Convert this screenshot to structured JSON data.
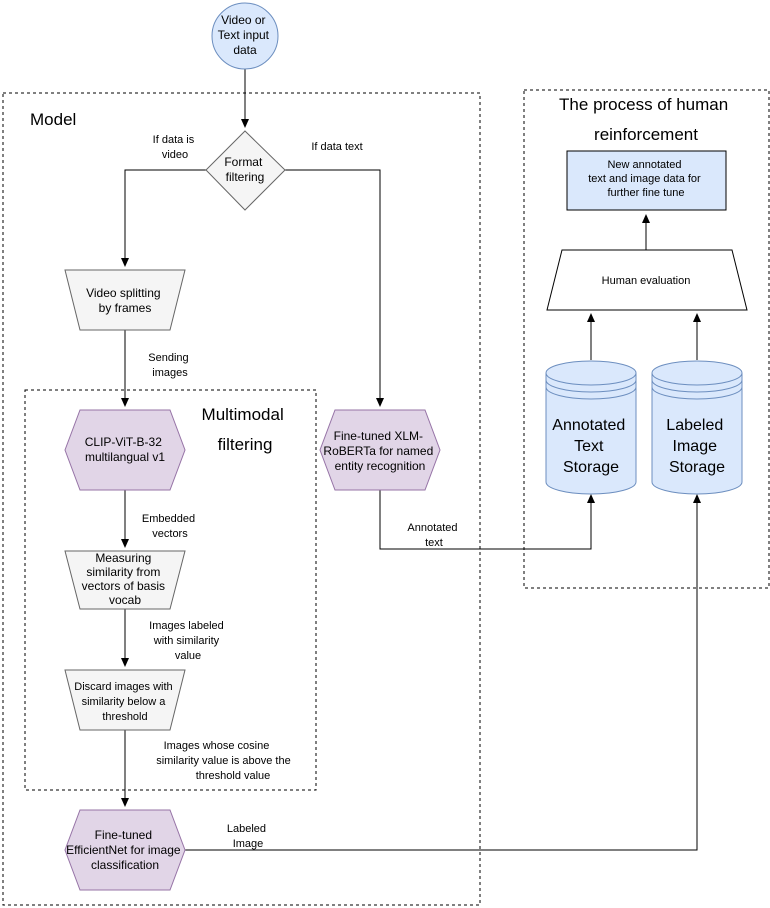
{
  "containers": {
    "model": "Model",
    "multimodal": [
      "Multimodal",
      "filtering"
    ],
    "human_reinforcement": [
      "The process of human",
      "reinforcement"
    ]
  },
  "nodes": {
    "input": [
      "Video or",
      "Text input",
      "data"
    ],
    "format_filtering": [
      "Format",
      "filtering"
    ],
    "video_splitting": [
      "Video splitting",
      "by frames"
    ],
    "clip": [
      "CLIP-ViT-B-32",
      "multilangual v1"
    ],
    "xlm": [
      "Fine-tuned XLM-",
      "RoBERTa for named",
      "entity recognition"
    ],
    "measuring": [
      "Measuring",
      "similarity from",
      "vectors of basis",
      "vocab"
    ],
    "discard": [
      "Discard images with",
      "similarity below a",
      "threshold"
    ],
    "efficientnet": [
      "Fine-tuned",
      "EfficientNet for image",
      "classification"
    ],
    "annotated_storage": [
      "Annotated",
      "Text",
      "Storage"
    ],
    "labeled_storage": [
      "Labeled",
      "Image",
      "Storage"
    ],
    "human_evaluation": [
      "Human evaluation"
    ],
    "new_data": [
      "New annotated",
      "text and image data for",
      "further fine tune"
    ]
  },
  "edge_labels": {
    "if_video": [
      "If data is",
      "video"
    ],
    "if_text": [
      "If data text"
    ],
    "sending_images": [
      "Sending",
      "images"
    ],
    "embedded_vectors": [
      "Embedded",
      "vectors"
    ],
    "images_labeled": [
      "Images labeled",
      "with similarity",
      "value"
    ],
    "images_whose": [
      "Images whose cosine",
      "similarity value is above the",
      "threshold value"
    ],
    "annotated_text": [
      "Annotated",
      "text"
    ],
    "labeled_image": [
      "Labeled",
      "Image"
    ]
  },
  "colors": {
    "input_fill": "#dae8fc",
    "input_stroke": "#6c8ebf",
    "gray_fill": "#f5f5f5",
    "gray_stroke": "#666666",
    "purple_fill": "#e1d5e7",
    "purple_stroke": "#9673a6"
  }
}
